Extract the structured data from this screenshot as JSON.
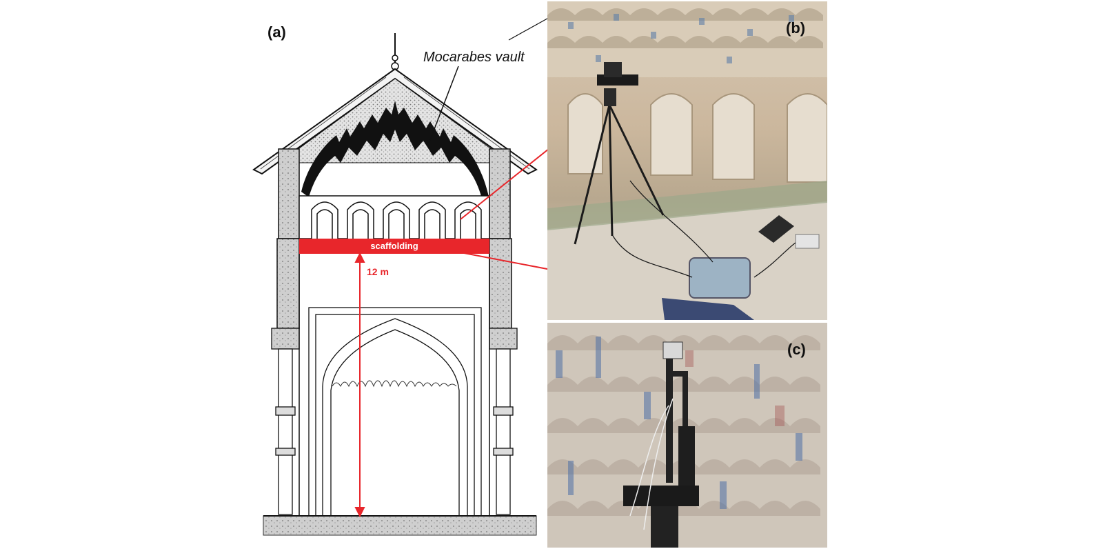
{
  "panels": {
    "a": {
      "label": "(a)"
    },
    "b": {
      "label": "(b)"
    },
    "c": {
      "label": "(c)"
    }
  },
  "annotations": {
    "vault_label": "Mocarabes vault",
    "scaffolding_label": "scaffolding",
    "height_label": "12 m"
  },
  "colors": {
    "highlight": "#e8262b",
    "line": "#1a1a1a",
    "stone": "#c9c9c9"
  }
}
